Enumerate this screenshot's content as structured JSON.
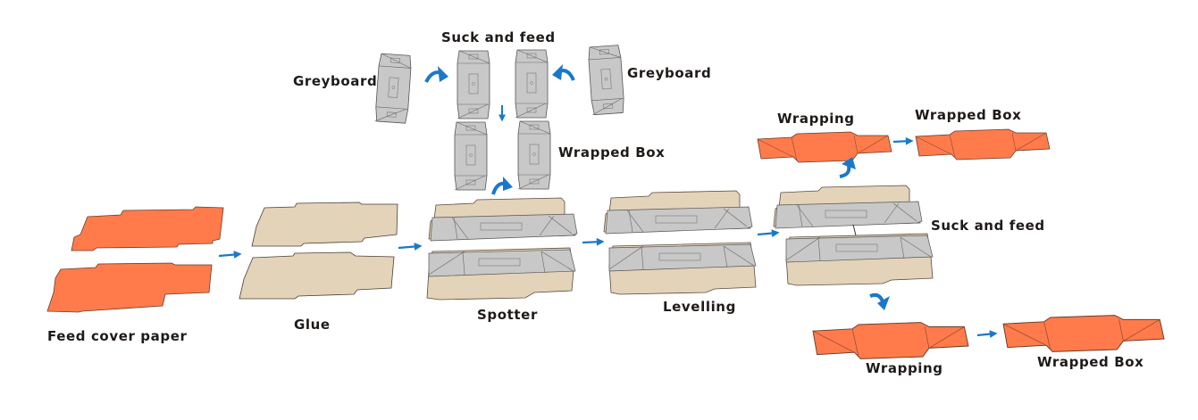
{
  "diagram": {
    "title": "Rigid box wrapping process flow",
    "colors": {
      "cover_paper": "#ff7b4c",
      "glue": "#e3d3b9",
      "greyboard": "#c8c8c8",
      "arrow": "#1a78c8",
      "outline": "#5a4a40",
      "label": "#1e1a18"
    },
    "labels": {
      "feed_cover_paper": "Feed cover paper",
      "glue": "Glue",
      "spotter": "Spotter",
      "levelling": "Levelling",
      "greyboard_left": "Greyboard",
      "greyboard_right": "Greyboard",
      "suck_and_feed_top": "Suck and feed",
      "wrapped_box_mid": "Wrapped Box",
      "wrapping_top": "Wrapping",
      "wrapped_box_top": "Wrapped Box",
      "suck_and_feed_right": "Suck and feed",
      "wrapping_bottom": "Wrapping",
      "wrapped_box_bottom": "Wrapped Box"
    },
    "steps": [
      {
        "id": "feed-cover-paper",
        "label": "Feed cover paper",
        "material": "cover_paper"
      },
      {
        "id": "glue",
        "label": "Glue",
        "material": "glue"
      },
      {
        "id": "spotter",
        "label": "Spotter",
        "material": "greyboard on glued paper"
      },
      {
        "id": "levelling",
        "label": "Levelling",
        "material": "greyboard on glued paper"
      },
      {
        "id": "suck-and-feed",
        "label": "Suck and feed",
        "material": "greyboard on glued paper"
      },
      {
        "id": "wrapping",
        "label": "Wrapping",
        "material": "cover_paper"
      },
      {
        "id": "wrapped-box",
        "label": "Wrapped Box",
        "material": "cover_paper"
      }
    ],
    "greyboard_branch": [
      {
        "id": "greyboard-feed",
        "label": "Greyboard"
      },
      {
        "id": "suck-and-feed",
        "label": "Suck and feed"
      },
      {
        "id": "wrapped-box",
        "label": "Wrapped Box"
      }
    ]
  }
}
